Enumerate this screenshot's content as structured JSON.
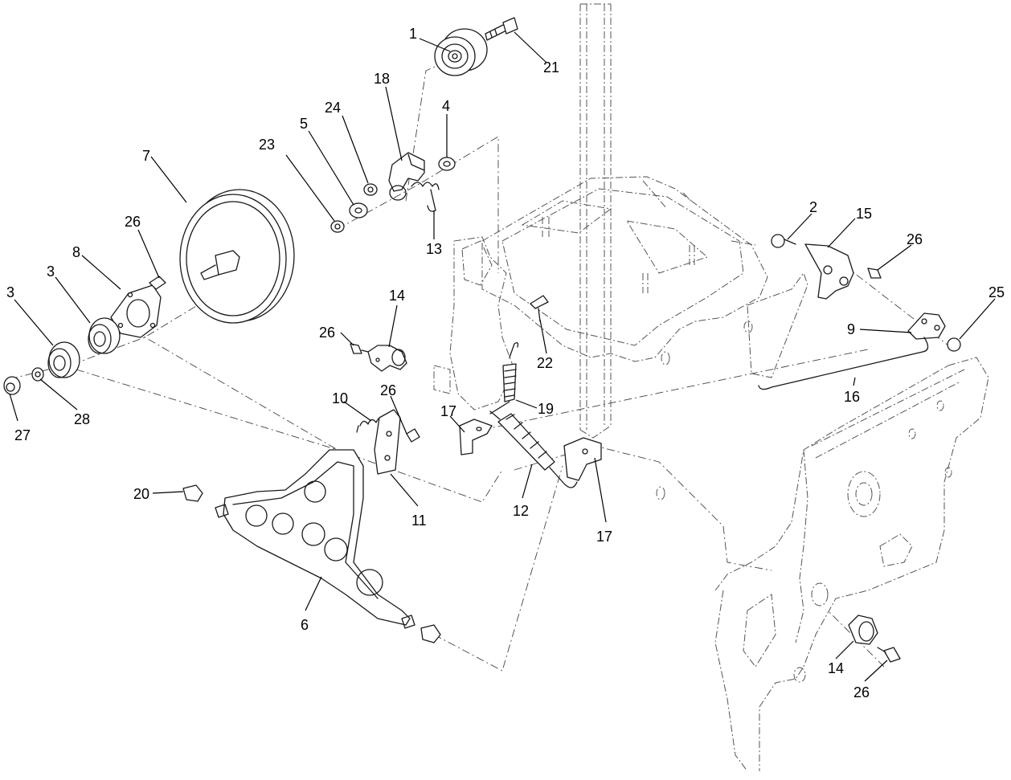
{
  "diagram": {
    "callouts": [
      {
        "id": "c1",
        "label": "1"
      },
      {
        "id": "c21",
        "label": "21"
      },
      {
        "id": "c18",
        "label": "18"
      },
      {
        "id": "c24",
        "label": "24"
      },
      {
        "id": "c4",
        "label": "4"
      },
      {
        "id": "c5",
        "label": "5"
      },
      {
        "id": "c23",
        "label": "23"
      },
      {
        "id": "c7",
        "label": "7"
      },
      {
        "id": "c13",
        "label": "13"
      },
      {
        "id": "c26a",
        "label": "26"
      },
      {
        "id": "c8",
        "label": "8"
      },
      {
        "id": "c3a",
        "label": "3"
      },
      {
        "id": "c3b",
        "label": "3"
      },
      {
        "id": "c14a",
        "label": "14"
      },
      {
        "id": "c26b",
        "label": "26"
      },
      {
        "id": "c27",
        "label": "27"
      },
      {
        "id": "c28",
        "label": "28"
      },
      {
        "id": "c22",
        "label": "22"
      },
      {
        "id": "c10",
        "label": "10"
      },
      {
        "id": "c26c",
        "label": "26"
      },
      {
        "id": "c19",
        "label": "19"
      },
      {
        "id": "c17a",
        "label": "17"
      },
      {
        "id": "c20",
        "label": "20"
      },
      {
        "id": "c11",
        "label": "11"
      },
      {
        "id": "c12",
        "label": "12"
      },
      {
        "id": "c17b",
        "label": "17"
      },
      {
        "id": "c6",
        "label": "6"
      },
      {
        "id": "c2",
        "label": "2"
      },
      {
        "id": "c15",
        "label": "15"
      },
      {
        "id": "c26d",
        "label": "26"
      },
      {
        "id": "c25",
        "label": "25"
      },
      {
        "id": "c9",
        "label": "9"
      },
      {
        "id": "c16",
        "label": "16"
      },
      {
        "id": "c14b",
        "label": "14"
      },
      {
        "id": "c26e",
        "label": "26"
      }
    ]
  }
}
